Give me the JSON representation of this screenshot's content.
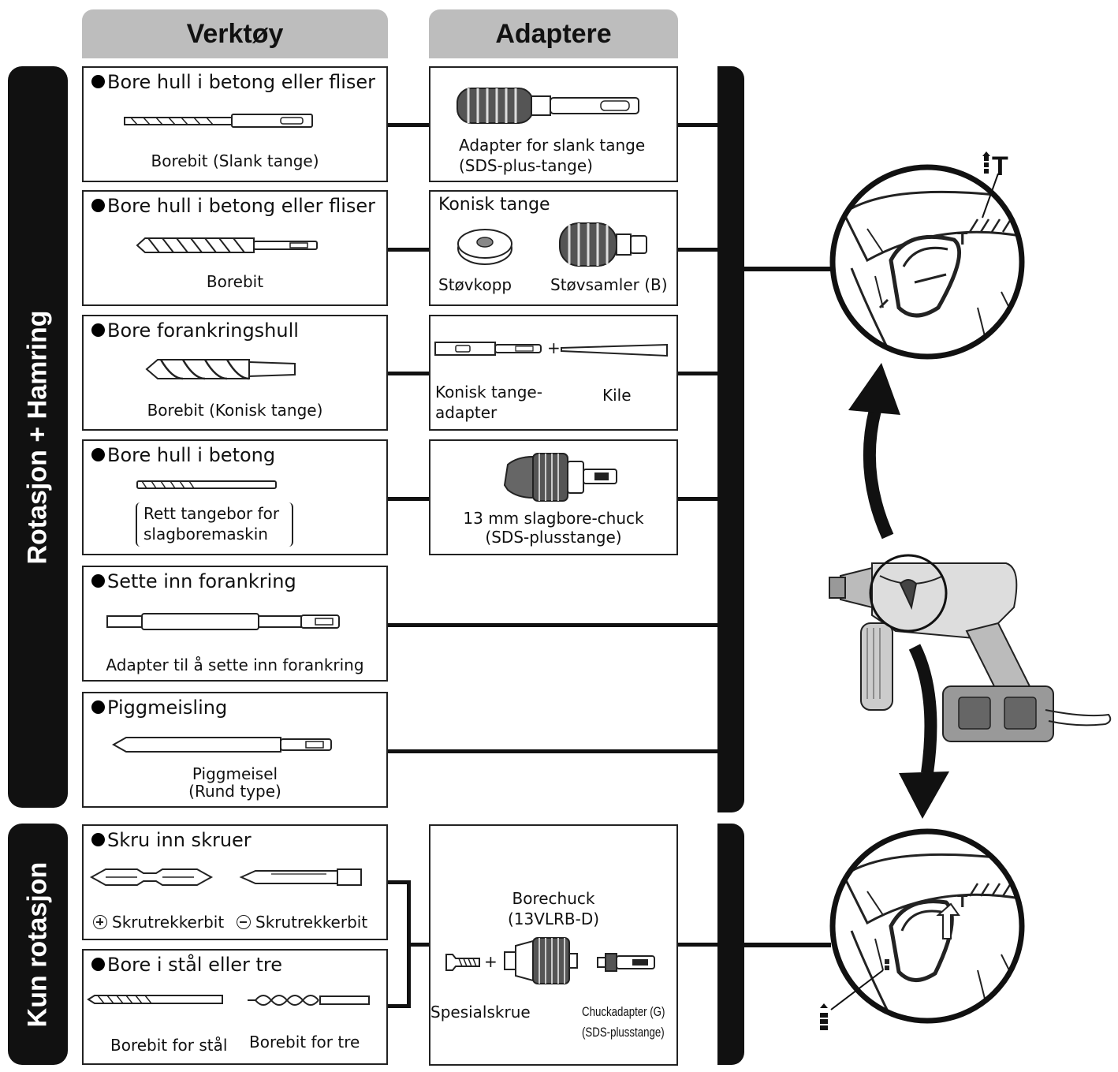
{
  "headers": {
    "tools": "Verktøy",
    "adapters": "Adaptere"
  },
  "modes": {
    "rotation_hammer": "Rotasjon + Hamring",
    "rotation_only": "Kun rotasjon"
  },
  "tools": [
    {
      "title": "Bore hull i betong eller fliser",
      "label": "Borebit (Slank tange)"
    },
    {
      "title": "Bore hull i betong eller fliser",
      "label": "Borebit"
    },
    {
      "title": "Bore forankringshull",
      "label": "Borebit (Konisk tange)"
    },
    {
      "title": "Bore hull i betong",
      "label_line1": "Rett tangebor for",
      "label_line2": "slagboremaskin"
    },
    {
      "title": "Sette inn forankring",
      "label": "Adapter til å sette inn forankring"
    },
    {
      "title": "Piggmeisling",
      "label_line1": "Piggmeisel",
      "label_line2": "(Rund type)"
    },
    {
      "title": "Skru inn skruer",
      "label_left": "Skrutrekkerbit",
      "label_right": "Skrutrekkerbit"
    },
    {
      "title": "Bore i stål eller tre",
      "label_left": "Borebit for stål",
      "label_right": "Borebit for tre"
    }
  ],
  "adapters": [
    {
      "line1": "Adapter for slank tange",
      "line2": "(SDS-plus-tange)"
    },
    {
      "title": "Konisk tange",
      "left": "Støvkopp",
      "right": "Støvsamler (B)"
    },
    {
      "left_line1": "Konisk tange-",
      "left_line2": "adapter",
      "right": "Kile",
      "plus": "+"
    },
    {
      "line1": "13 mm slagbore-chuck",
      "line2": "(SDS-plusstange)"
    },
    {
      "title_line1": "Borechuck",
      "title_line2": "(13VLRB-D)",
      "left": "Spesialskrue",
      "right_line1": "Chuckadapter (G)",
      "right_line2": "(SDS-plusstange)",
      "plus": "+"
    }
  ],
  "mode_symbols": {
    "hammer_top": "T",
    "hammer_inner": "T",
    "rotation_inner": "T"
  }
}
